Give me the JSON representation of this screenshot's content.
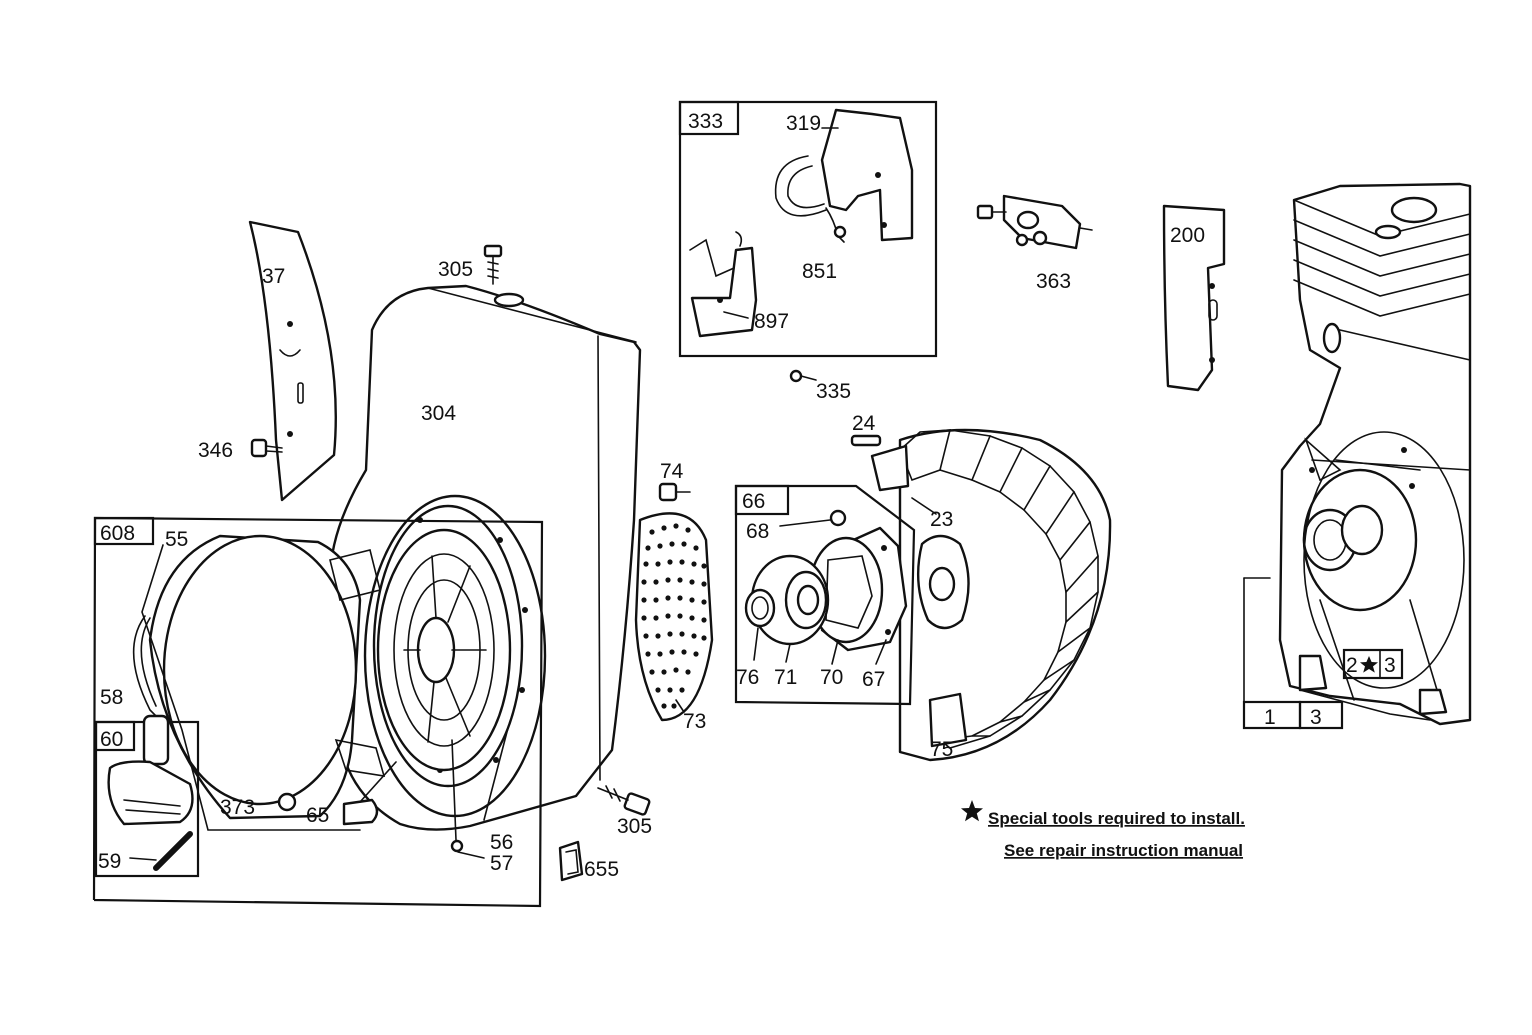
{
  "colors": {
    "ink": "#111111",
    "paper": "#ffffff"
  },
  "labels": {
    "p37": "37",
    "p305a": "305",
    "p304": "304",
    "p346": "346",
    "p608": "608",
    "p55": "55",
    "p58": "58",
    "p60": "60",
    "p59": "59",
    "p373": "373",
    "p65": "65",
    "p56": "56",
    "p57": "57",
    "p305b": "305",
    "p655": "655",
    "p73": "73",
    "p74": "74",
    "p333": "333",
    "p319": "319",
    "p851": "851",
    "p897": "897",
    "p335": "335",
    "p363": "363",
    "p200": "200",
    "p24": "24",
    "p23": "23",
    "p66": "66",
    "p68": "68",
    "p76": "76",
    "p71": "71",
    "p70": "70",
    "p67": "67",
    "p75": "75",
    "p1": "1",
    "p3": "3",
    "p2s3_a": "2",
    "p2s3_b": "3"
  },
  "star_icon": "star-icon",
  "notes": {
    "line1": "Special tools required to install.",
    "line2": "See repair instruction manual"
  }
}
